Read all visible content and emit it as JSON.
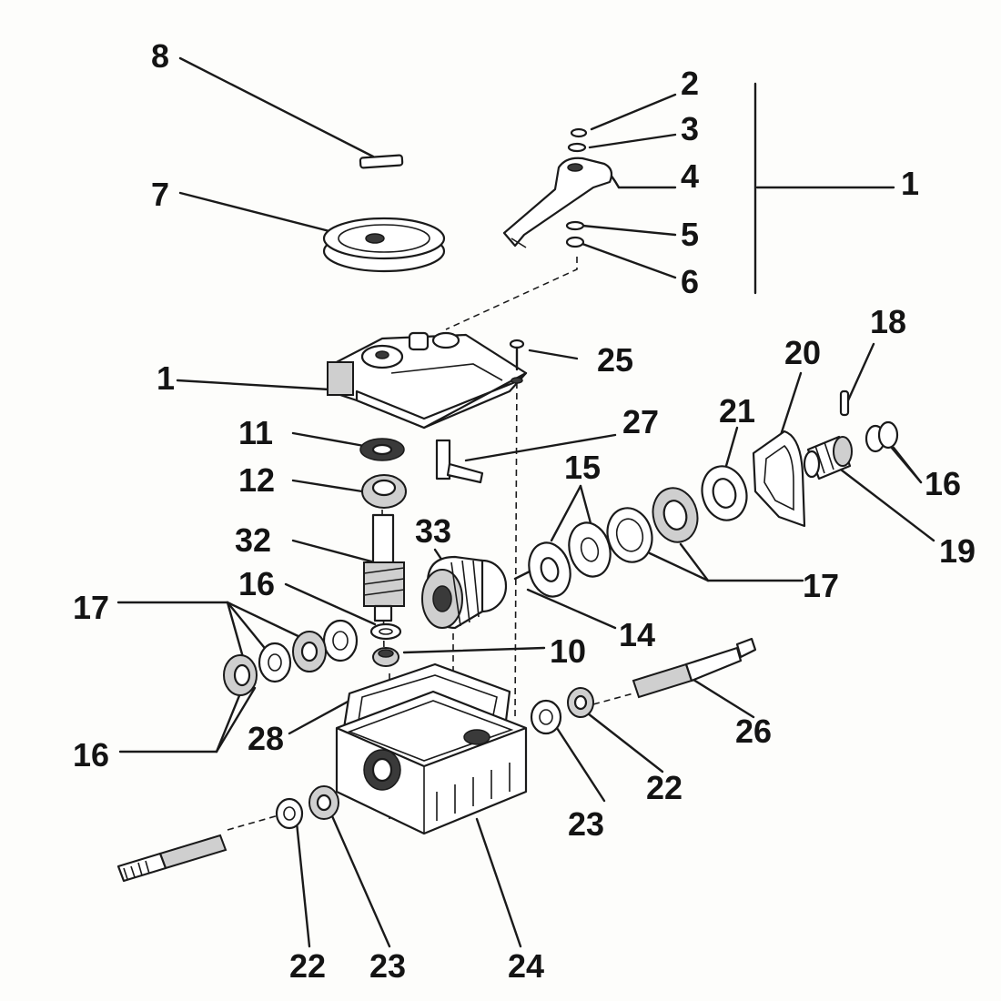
{
  "diagram": {
    "labels": [
      {
        "id": "label-8",
        "text": "8"
      },
      {
        "id": "label-7",
        "text": "7"
      },
      {
        "id": "label-2",
        "text": "2"
      },
      {
        "id": "label-3",
        "text": "3"
      },
      {
        "id": "label-4",
        "text": "4"
      },
      {
        "id": "label-5",
        "text": "5"
      },
      {
        "id": "label-6",
        "text": "6"
      },
      {
        "id": "label-1-bracket",
        "text": "1"
      },
      {
        "id": "label-1-housing",
        "text": "1"
      },
      {
        "id": "label-25",
        "text": "25"
      },
      {
        "id": "label-18",
        "text": "18"
      },
      {
        "id": "label-20",
        "text": "20"
      },
      {
        "id": "label-21",
        "text": "21"
      },
      {
        "id": "label-27",
        "text": "27"
      },
      {
        "id": "label-11",
        "text": "11"
      },
      {
        "id": "label-12",
        "text": "12"
      },
      {
        "id": "label-15",
        "text": "15"
      },
      {
        "id": "label-16-right",
        "text": "16"
      },
      {
        "id": "label-19",
        "text": "19"
      },
      {
        "id": "label-32",
        "text": "32"
      },
      {
        "id": "label-33",
        "text": "33"
      },
      {
        "id": "label-16-mid",
        "text": "16"
      },
      {
        "id": "label-17-left",
        "text": "17"
      },
      {
        "id": "label-17-right",
        "text": "17"
      },
      {
        "id": "label-14",
        "text": "14"
      },
      {
        "id": "label-10",
        "text": "10"
      },
      {
        "id": "label-26",
        "text": "26"
      },
      {
        "id": "label-16-left",
        "text": "16"
      },
      {
        "id": "label-28",
        "text": "28"
      },
      {
        "id": "label-22-right",
        "text": "22"
      },
      {
        "id": "label-23-right",
        "text": "23"
      },
      {
        "id": "label-22-bottom",
        "text": "22"
      },
      {
        "id": "label-23-bottom",
        "text": "23"
      },
      {
        "id": "label-24",
        "text": "24"
      }
    ]
  }
}
